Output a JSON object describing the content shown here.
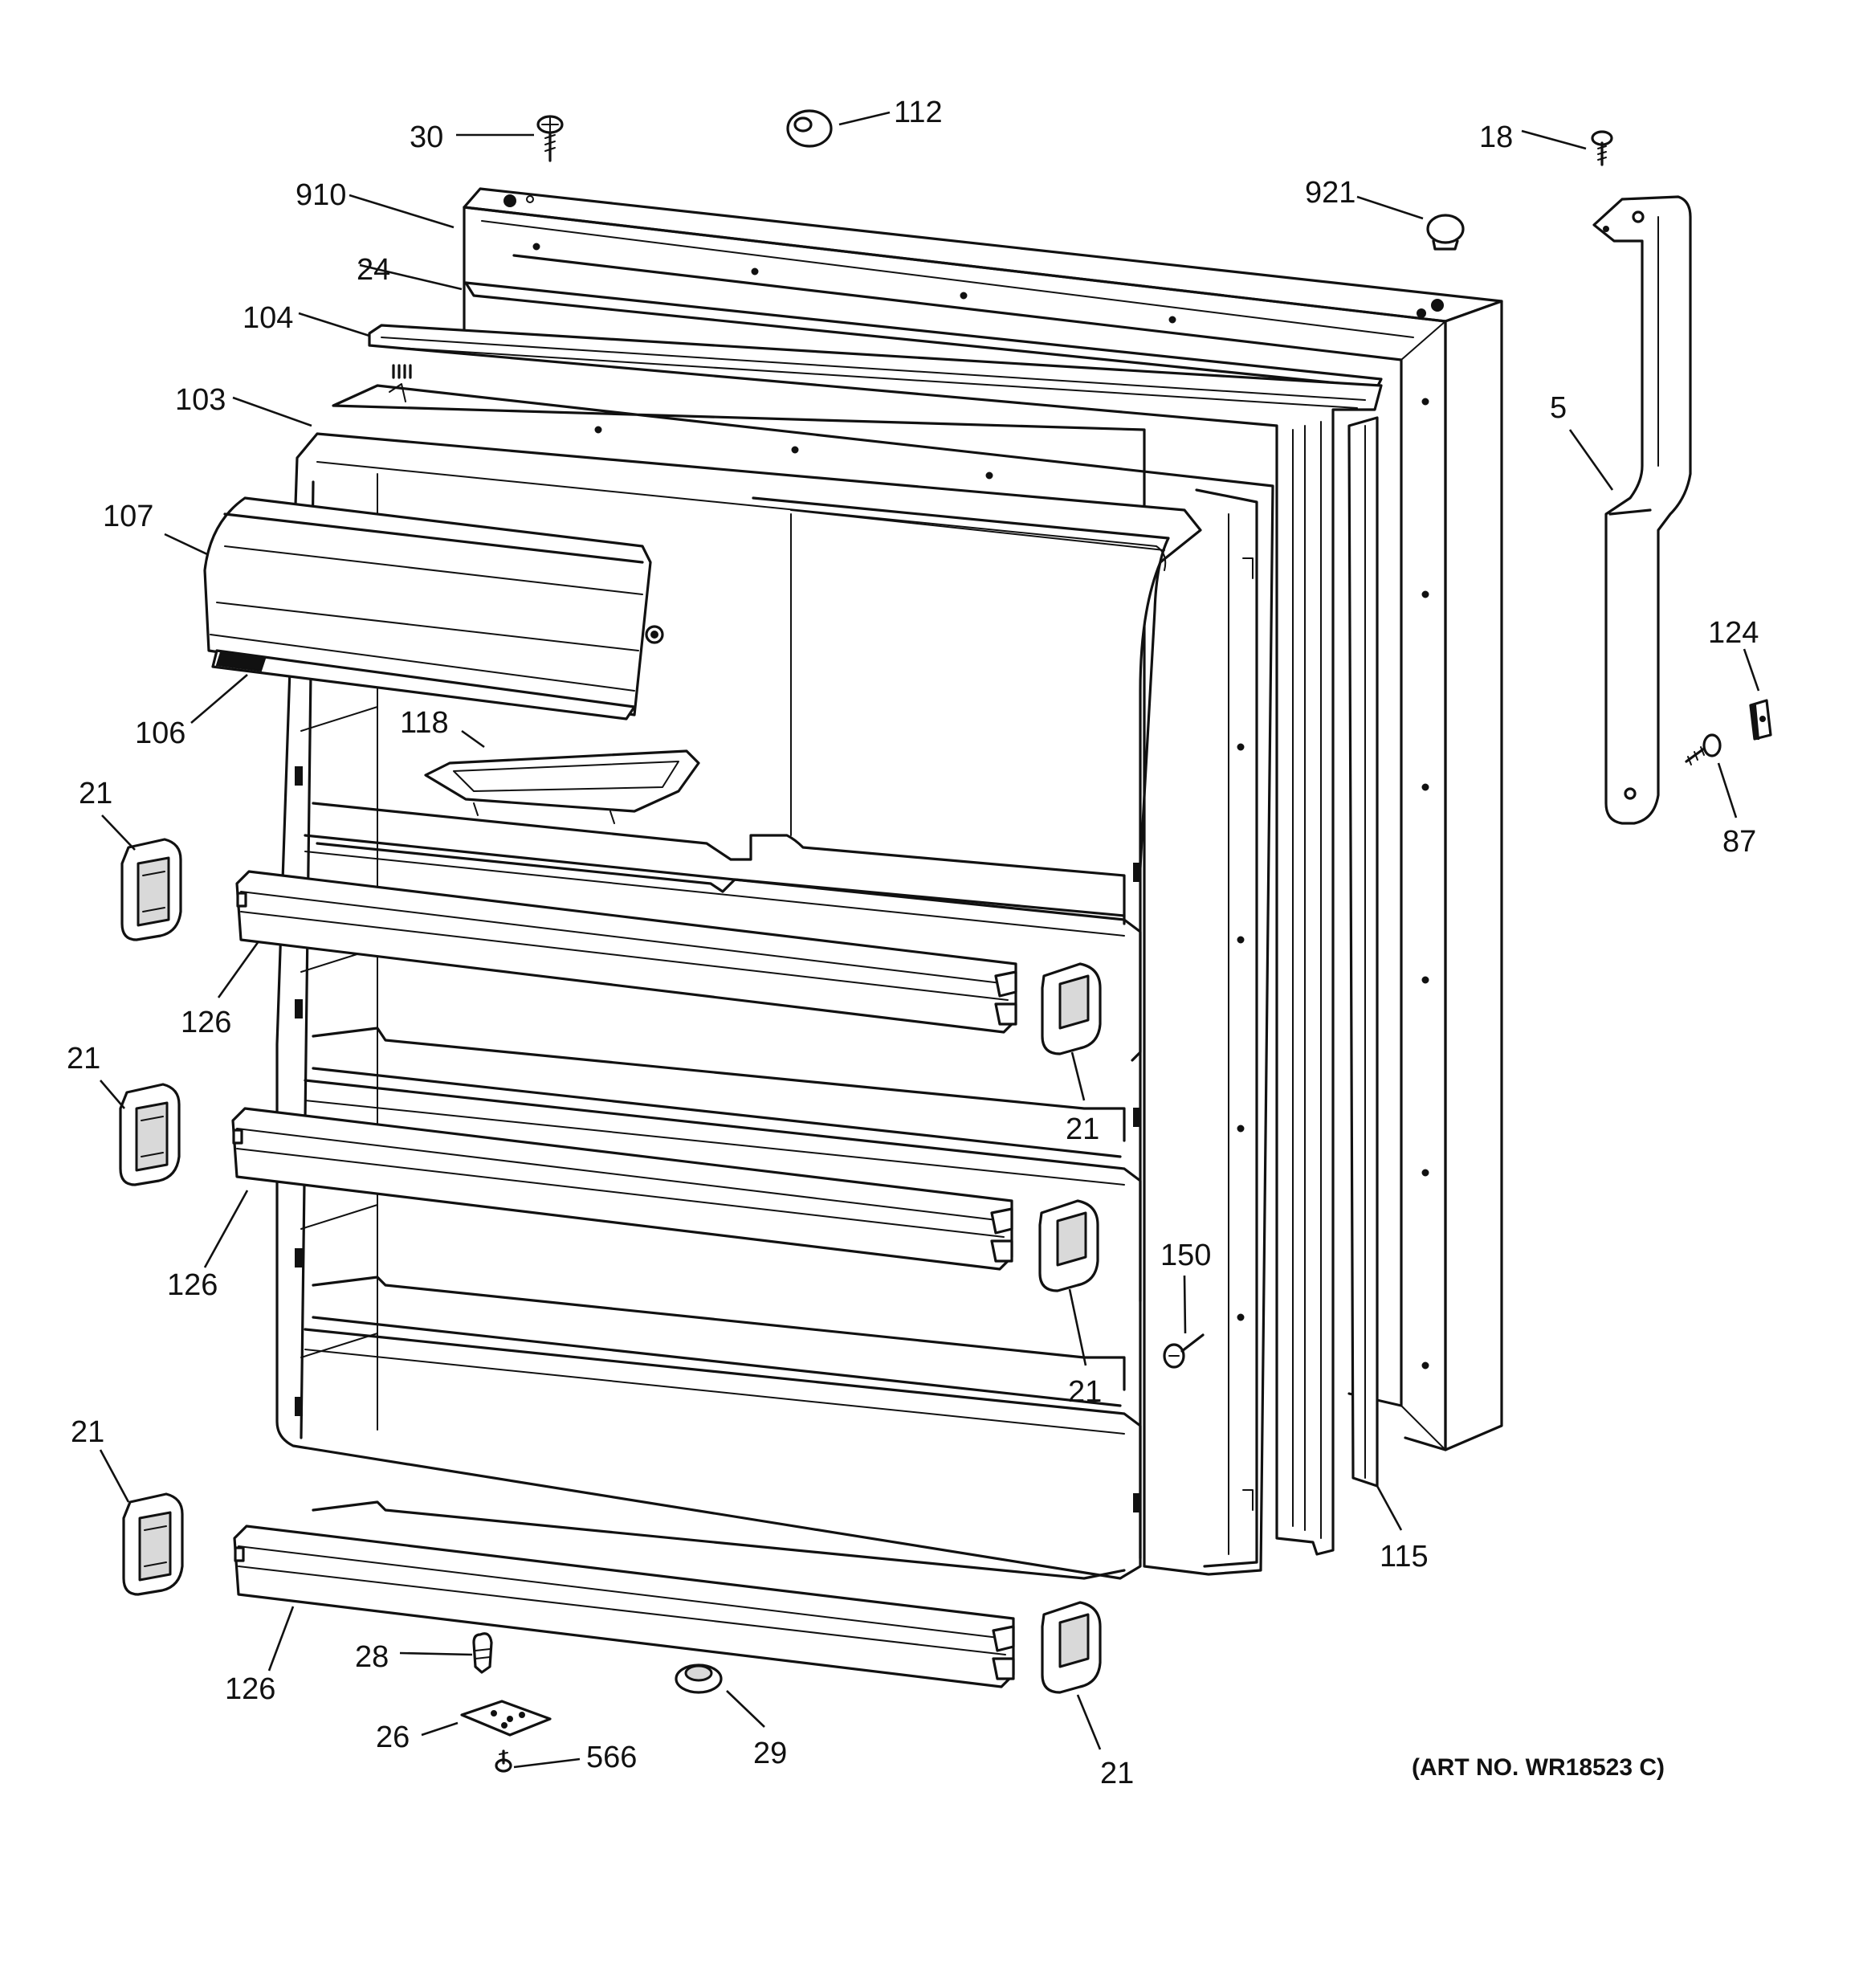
{
  "diagram": {
    "art_number": "(ART NO. WR18523 C)",
    "callouts": [
      {
        "id": "c30",
        "label": "30"
      },
      {
        "id": "c112",
        "label": "112"
      },
      {
        "id": "c18",
        "label": "18"
      },
      {
        "id": "c910",
        "label": "910"
      },
      {
        "id": "c921",
        "label": "921"
      },
      {
        "id": "c24",
        "label": "24"
      },
      {
        "id": "c104",
        "label": "104"
      },
      {
        "id": "c103",
        "label": "103"
      },
      {
        "id": "c5",
        "label": "5"
      },
      {
        "id": "c107",
        "label": "107"
      },
      {
        "id": "c124",
        "label": "124"
      },
      {
        "id": "c106",
        "label": "106"
      },
      {
        "id": "c118",
        "label": "118"
      },
      {
        "id": "c87",
        "label": "87"
      },
      {
        "id": "c21a",
        "label": "21"
      },
      {
        "id": "c126a",
        "label": "126"
      },
      {
        "id": "c21b",
        "label": "21"
      },
      {
        "id": "c21c",
        "label": "21"
      },
      {
        "id": "c126b",
        "label": "126"
      },
      {
        "id": "c150",
        "label": "150"
      },
      {
        "id": "c21d",
        "label": "21"
      },
      {
        "id": "c21e",
        "label": "21"
      },
      {
        "id": "c115",
        "label": "115"
      },
      {
        "id": "c28",
        "label": "28"
      },
      {
        "id": "c126c",
        "label": "126"
      },
      {
        "id": "c26",
        "label": "26"
      },
      {
        "id": "c566",
        "label": "566"
      },
      {
        "id": "c29",
        "label": "29"
      },
      {
        "id": "c21f",
        "label": "21"
      }
    ]
  }
}
